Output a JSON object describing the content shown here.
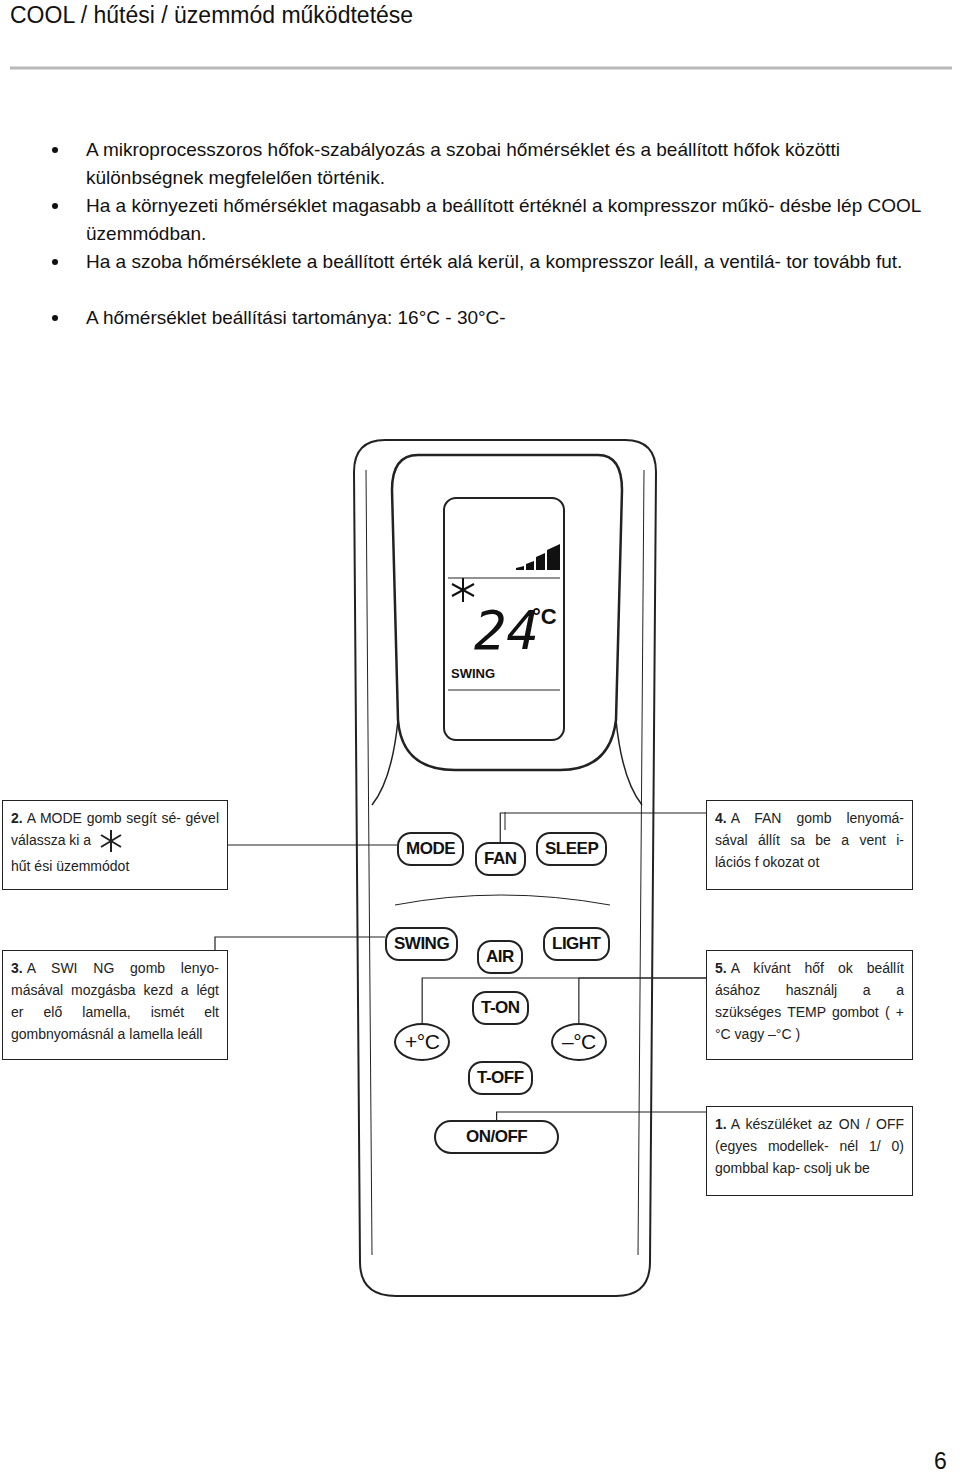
{
  "diagram": {
    "title": "COOL / hűtési / üzemmód működtetése",
    "nodes": [
      {
        "text": [
          "2.",
          "A MODE gomb segít sé- gével válassza ki a",
          "hűt ési üzemmódot"
        ]
      },
      {
        "text": [
          "MODE"
        ]
      },
      {
        "text": [
          "FAN"
        ]
      },
      {
        "text": [
          "SLEEP"
        ]
      },
      {
        "text": [
          "4.",
          "A FAN gomb lenyomá- sával állít sa be a vent i- lációs f okozat ot"
        ]
      },
      {
        "text": [
          "3.",
          "A SWI NG gomb lenyo- másával mozgásba kezd a légt er elő lamella, ismét elt gombnyomásnál a lamella leáll"
        ]
      },
      {
        "text": [
          "SWING"
        ]
      },
      {
        "text": [
          "AIR"
        ]
      },
      {
        "text": [
          "LIGHT"
        ]
      },
      {
        "text": [
          "5.",
          "A kívánt hőf ok beállít ásához használj a a szükséges TEMP gombot ( +°C vagy –°C )"
        ]
      },
      {
        "text": [
          "+°C"
        ]
      },
      {
        "text": [
          "T-ON"
        ]
      },
      {
        "text": [
          "–°C"
        ]
      },
      {
        "text": [
          "T-OFF"
        ]
      },
      {
        "text": [
          "1.",
          "A készüléket az ON / OFF (egyes modellek- nél 1/ 0) gombbal kap- csolj uk be"
        ]
      },
      {
        "text": [
          "ON/OFF"
        ]
      }
    ],
    "edges": [
      {
        "from": 0,
        "to": 1,
        "arrow": "none"
      },
      {
        "from": 4,
        "to": 2,
        "arrow": "none"
      },
      {
        "from": 5,
        "to": 6,
        "arrow": "none"
      },
      {
        "from": 9,
        "to": 10,
        "arrow": "none"
      },
      {
        "from": 9,
        "to": 12,
        "arrow": "none"
      },
      {
        "from": 14,
        "to": 15,
        "arrow": "none"
      }
    ],
    "labels": [
      "A mikroprocesszoros hőfok-szabályozás a szobai hőmérséklet és a beállított hőfok közötti különbségnek megfelelően történik.",
      "Ha a környezeti hőmérséklet magasabb a beállított értéknél a kompresszor műkö- désbe lép COOL üzemmódban.",
      "Ha a szoba hőmérséklete a beállított érték alá kerül, a kompresszor leáll, a ventilá- tor tovább fut.",
      "A hőmérséklet beállítási tartománya: 16°C - 30°C-",
      "24",
      "°C",
      "SWING",
      "6"
    ]
  }
}
